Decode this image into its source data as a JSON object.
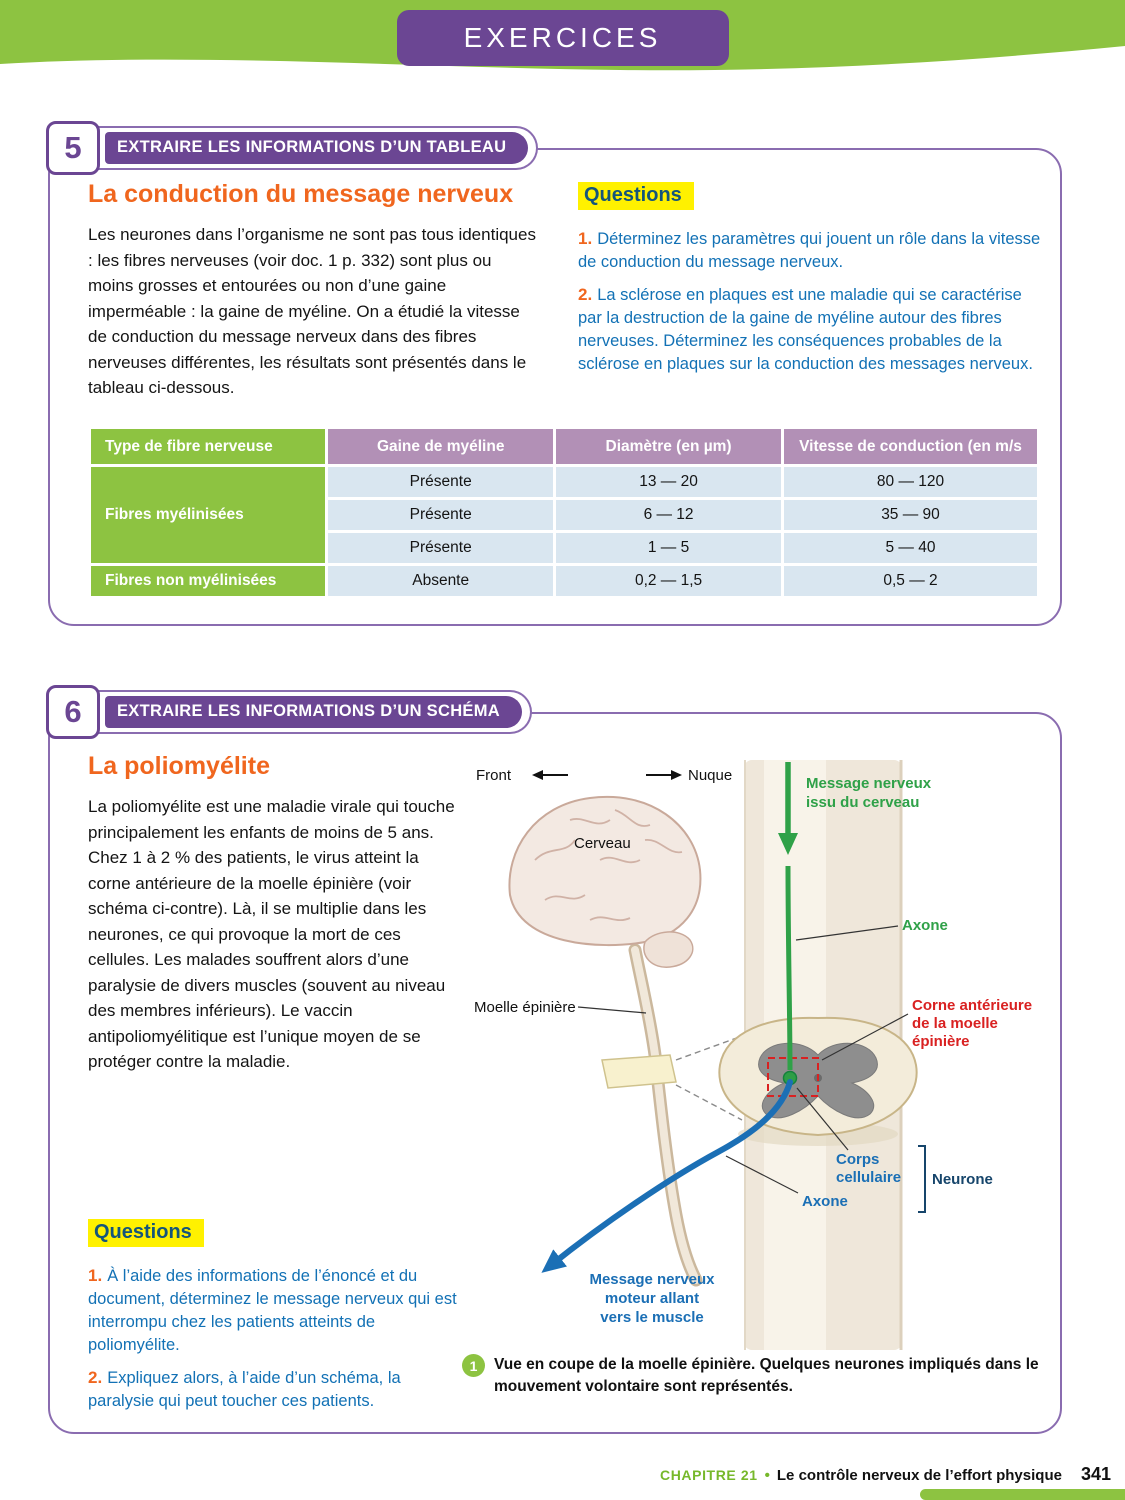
{
  "colors": {
    "green": "#8DC341",
    "purple": "#6B4693",
    "orange": "#F0661E",
    "yellow": "#FFF100",
    "question_blue": "#1271B5",
    "table_mauve": "#B290B6",
    "table_cell_blue": "#D9E6F0",
    "red": "#D92121"
  },
  "page": {
    "banner_title": "EXERCICES",
    "footer": {
      "chapter": "CHAPITRE 21",
      "separator": "•",
      "title": "Le contrôle nerveux de l’effort physique",
      "page_number": "341"
    }
  },
  "exercise5": {
    "number": "5",
    "skill_label": "EXTRAIRE LES INFORMATIONS D’UN TABLEAU",
    "title": "La conduction du message nerveux",
    "body": "Les neurones dans l’organisme ne sont pas tous identiques : les fibres nerveuses (voir doc. 1 p. 332) sont plus ou moins grosses et entourées ou non d’une gaine imperméable : la gaine de myéline. On a étudié la vitesse de conduction du message nerveux dans des fibres nerveuses différentes, les résultats sont présentés dans le tableau ci-dessous.",
    "questions_label": "Questions",
    "questions": [
      {
        "num": "1.",
        "text": "Déterminez les paramètres qui jouent un rôle dans la vitesse de conduction du message nerveux."
      },
      {
        "num": "2.",
        "text": "La sclérose en plaques est une maladie qui se caractérise par la destruction de la gaine de myéline autour des fibres nerveuses. Déterminez les conséquences probables de la sclérose en plaques sur la conduction des messages nerveux."
      }
    ],
    "table": {
      "headers": [
        "Type de fibre nerveuse",
        "Gaine de myéline",
        "Diamètre (en µm)",
        "Vitesse de conduction (en m/s"
      ],
      "row_groups": [
        {
          "type": "Fibres myélinisées",
          "rows": [
            [
              "Présente",
              "13 — 20",
              "80 — 120"
            ],
            [
              "Présente",
              "6 — 12",
              "35 — 90"
            ],
            [
              "Présente",
              "1 — 5",
              "5 — 40"
            ]
          ]
        },
        {
          "type": "Fibres non myélinisées",
          "rows": [
            [
              "Absente",
              "0,2 — 1,5",
              "0,5 — 2"
            ]
          ]
        }
      ]
    }
  },
  "exercise6": {
    "number": "6",
    "skill_label": "EXTRAIRE LES INFORMATIONS D’UN SCHÉMA",
    "title": "La poliomyélite",
    "body": "La poliomyélite est une maladie virale qui touche principalement les enfants de moins de 5 ans. Chez 1 à 2 % des patients, le virus atteint la corne antérieure de la moelle épinière (voir schéma ci-contre). Là, il se multiplie dans les neurones, ce qui provoque la mort de ces cellules. Les malades souffrent alors d’une paralysie de divers muscles (souvent au niveau des membres inférieurs). Le vaccin antipoliomyélitique est l’unique moyen de se protéger contre la maladie.",
    "questions_label": "Questions",
    "questions": [
      {
        "num": "1.",
        "text": "À l’aide des informations de l’énoncé et du document, déterminez le message nerveux qui est interrompu chez les patients atteints de poliomyélite."
      },
      {
        "num": "2.",
        "text": "Expliquez alors, à l’aide d’un schéma, la paralysie qui peut toucher ces patients."
      }
    ],
    "figure": {
      "caption_number": "1",
      "caption": "Vue en coupe de la moelle épinière. Quelques neurones impliqués dans le mouvement volontaire sont représentés.",
      "labels": {
        "front": "Front",
        "nuque": "Nuque",
        "cerveau": "Cerveau",
        "moelle_epiniere": "Moelle épinière",
        "message_descendant": [
          "Message nerveux",
          "issu du cerveau"
        ],
        "axone_descendant": "Axone",
        "corne_anterieure": [
          "Corne antérieure",
          "de la moelle",
          "épinière"
        ],
        "corps_cellulaire": [
          "Corps",
          "cellulaire"
        ],
        "neurone": "Neurone",
        "axone_moteur": "Axone",
        "message_moteur": [
          "Message nerveux",
          "moteur allant",
          "vers le muscle"
        ]
      }
    }
  }
}
